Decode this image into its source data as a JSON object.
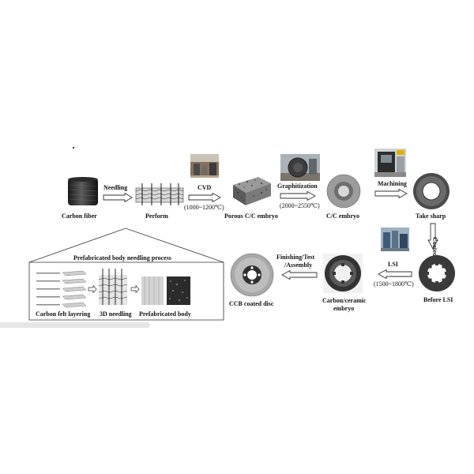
{
  "steps": {
    "carbon_fiber": "Carbon fiber",
    "perform": "Perform",
    "porous_cc": "Porous C/C embryo",
    "cc_embryo": "C/C  embryo",
    "take_sharp": "Take sharp",
    "before_lsi": "Before LSI",
    "carbon_ceramic_1": "Carbon/ceramic",
    "carbon_ceramic_2": "embryo",
    "ccb_disc": "CCB coated disc"
  },
  "arrows": {
    "needling": "Needling",
    "cvd": "CVD",
    "cvd_temp": "(1000~1200℃)",
    "graphitization": "Graphitization",
    "graph_temp": "(2000~2550℃)",
    "machining": "Machining",
    "coated": "Coated",
    "lsi": "LSI",
    "lsi_temp": "(1500~1800℃)",
    "finishing_1": "Finishing/Test",
    "finishing_2": "/Assembly"
  },
  "inset": {
    "title": "Prefabricated body needling process",
    "layering": "Carbon felt layering",
    "needling_3d": "3D needling",
    "prefab_body": "Prefabricated body"
  },
  "colors": {
    "dark_disc": "#3a3a3a",
    "grey_disc": "#8d8d8d",
    "arrow_fill": "#ffffff",
    "arrow_stroke": "#333333"
  }
}
